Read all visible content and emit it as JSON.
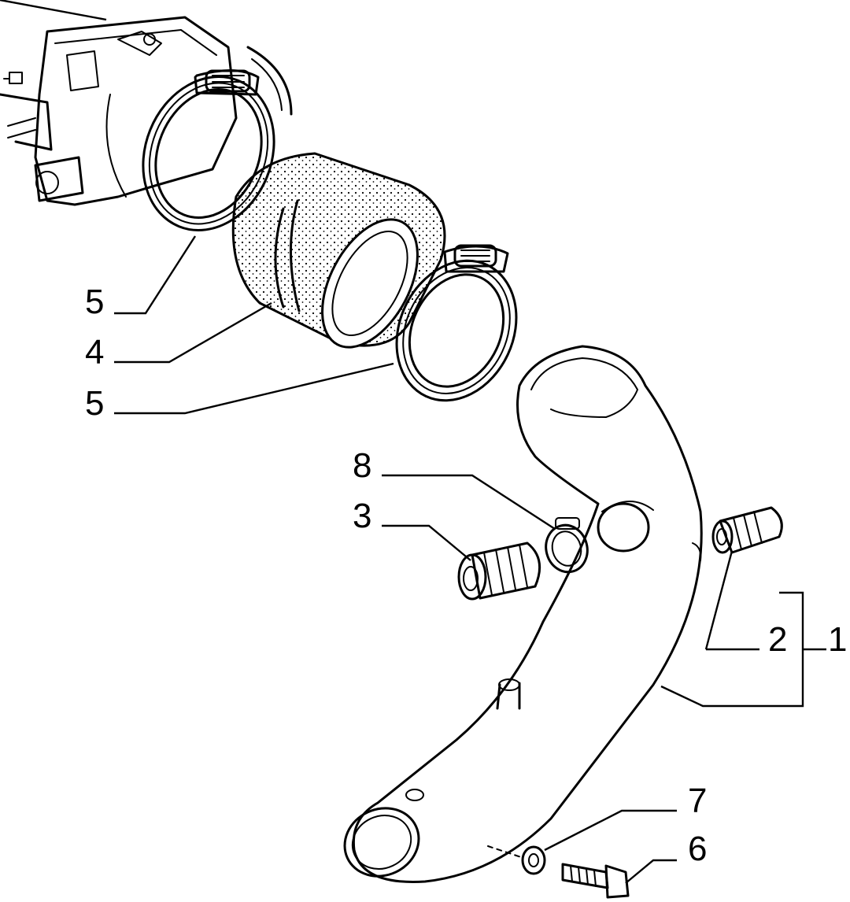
{
  "callouts": {
    "clamp_upper": "5",
    "sleeve": "4",
    "clamp_lower": "5",
    "small_clamp": "8",
    "left_fitting": "3",
    "right_fitting": "2",
    "pipe_assembly": "1",
    "washer": "7",
    "bolt": "6"
  },
  "parts": [
    {
      "id": "throttle-body",
      "icon": "throttle-body-icon"
    },
    {
      "id": "hose-clamp",
      "icon": "hose-clamp-icon"
    },
    {
      "id": "rubber-sleeve",
      "icon": "sleeve-icon"
    },
    {
      "id": "intake-pipe",
      "icon": "pipe-icon"
    },
    {
      "id": "threaded-fitting",
      "icon": "fitting-icon"
    },
    {
      "id": "washer",
      "icon": "washer-icon"
    },
    {
      "id": "bolt",
      "icon": "bolt-icon"
    }
  ]
}
